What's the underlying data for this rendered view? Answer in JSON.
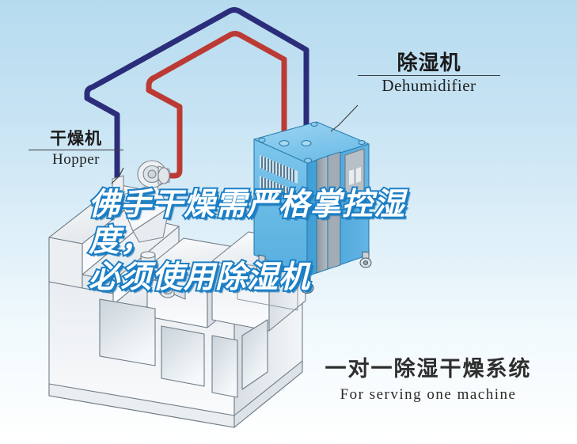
{
  "scene": {
    "background_top_color": "#b6dbef",
    "background_bottom_color": "#ffffff"
  },
  "labels": {
    "dehumidifier": {
      "cn": "除湿机",
      "en": "Dehumidifier"
    },
    "hopper": {
      "cn": "干燥机",
      "en": "Hopper"
    }
  },
  "headline": {
    "line1": "佛手干燥需严格掌控湿度，",
    "line2": "必须使用除湿机",
    "fill_color": "#ffffff",
    "outline_color": "#1b7fc6"
  },
  "caption": {
    "cn": "一对一除湿干燥系统",
    "en": "For serving one machine"
  },
  "diagram": {
    "type": "isometric-equipment-schematic",
    "pipes": [
      {
        "name": "return-air-pipe",
        "color": "#2b2d7a",
        "from": "hopper",
        "to": "dehumidifier-right-port"
      },
      {
        "name": "dry-air-supply-pipe",
        "color": "#bc3a34",
        "from": "dehumidifier-left-port",
        "to": "hopper-blower"
      }
    ],
    "equipment": [
      {
        "name": "dehumidifier-cabinet",
        "body_color": "#5bb4e5",
        "panel_color": "#9aa3ab",
        "features": [
          "two-louver-vents",
          "control-panel",
          "four-casters",
          "two-top-ports"
        ]
      },
      {
        "name": "hopper-dryer",
        "body_color": "#f2f4f6",
        "features": [
          "blower-motor",
          "cone-hopper"
        ]
      },
      {
        "name": "injection-molding-machine",
        "body_color": "#eef1f4",
        "outline_color": "#6d7a85",
        "features": [
          "clamping-unit",
          "injection-unit",
          "guard-windows",
          "base-frame"
        ]
      }
    ]
  }
}
